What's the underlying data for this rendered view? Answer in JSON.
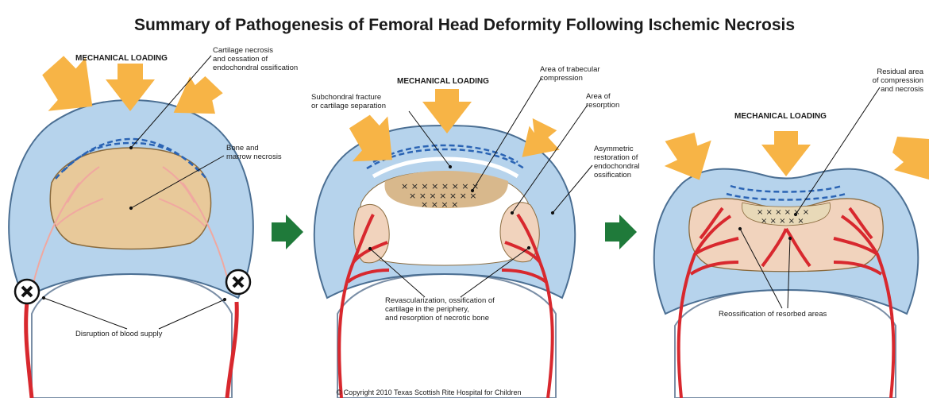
{
  "title": "Summary of Pathogenesis of Femoral Head Deformity Following Ischemic Necrosis",
  "copyright": "© Copyright 2010 Texas Scottish Rite Hospital for Children",
  "colors": {
    "cartilage": "#b6d3ec",
    "necrotic": "#e8c99a",
    "healthy_bone": "#f1d3bd",
    "vessel": "#d8282e",
    "arrow_load": "#f7b446",
    "arrow_stage": "#1f7a3a",
    "dash": "#2b64b4"
  },
  "panel1": {
    "mechanical_loading": "MECHANICAL LOADING",
    "cartilage_necrosis": [
      "Cartilage necrosis",
      "and cessation of",
      "endochondral ossification"
    ],
    "bone_marrow_necrosis": [
      "Bone and",
      "marrow necrosis"
    ],
    "disruption": "Disruption of blood supply"
  },
  "panel2": {
    "mechanical_loading": "MECHANICAL LOADING",
    "subchondral_fracture": [
      "Subchondral fracture",
      "or cartilage separation"
    ],
    "trabecular_compression": [
      "Area of trabecular",
      "compression"
    ],
    "resorption": [
      "Area of",
      "resorption"
    ],
    "asymmetric_restoration": [
      "Asymmetric",
      "restoration of",
      "endochondral",
      "ossification"
    ],
    "revascularization": [
      "Revascularization, ossification of",
      "cartilage in the periphery,",
      "and resorption of necrotic bone"
    ]
  },
  "panel3": {
    "mechanical_loading": "MECHANICAL LOADING",
    "residual_area": [
      "Residual area",
      "of compression",
      "and necrosis"
    ],
    "reossification": "Reossification of resorbed areas"
  }
}
